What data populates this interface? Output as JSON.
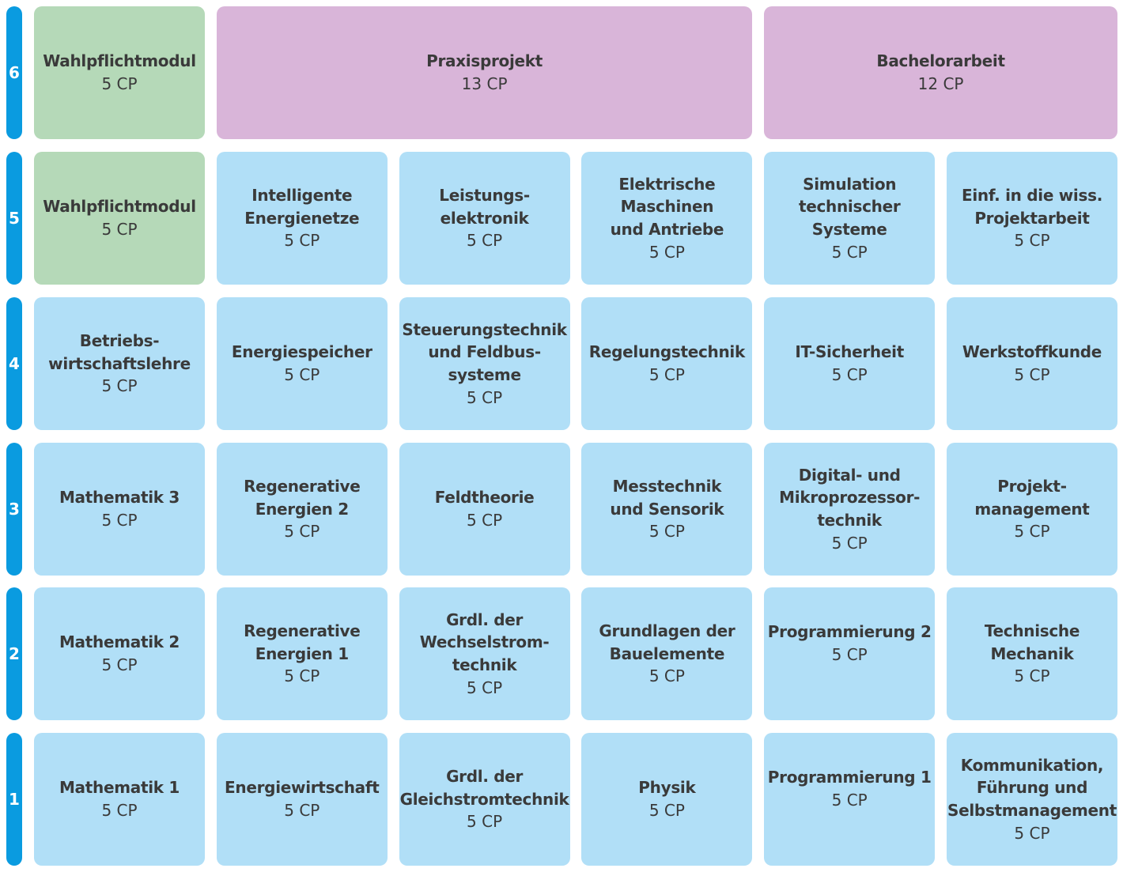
{
  "colors": {
    "semester_bar": "#0a9be0",
    "pflicht": "#b1dff7",
    "wahl": "#b5d9b8",
    "abschluss": "#d9b5d9"
  },
  "semesters": [
    {
      "number": "6",
      "modules": [
        {
          "lines": [
            "Wahlpflichtmodul"
          ],
          "cp": "5 CP",
          "type": "wahl",
          "span": 1
        },
        {
          "lines": [
            "Praxisprojekt"
          ],
          "cp": "13 CP",
          "type": "abschluss",
          "span": 3
        },
        {
          "lines": [
            "Bachelorarbeit"
          ],
          "cp": "12 CP",
          "type": "abschluss",
          "span": 2
        }
      ]
    },
    {
      "number": "5",
      "modules": [
        {
          "lines": [
            "Wahlpflichtmodul"
          ],
          "cp": "5 CP",
          "type": "wahl",
          "span": 1
        },
        {
          "lines": [
            "Intelligente",
            "Energienetze"
          ],
          "cp": "5 CP",
          "type": "pflicht",
          "span": 1
        },
        {
          "lines": [
            "Leistungs-",
            "elektronik"
          ],
          "cp": "5 CP",
          "type": "pflicht",
          "span": 1
        },
        {
          "lines": [
            "Elektrische",
            "Maschinen",
            "und Antriebe"
          ],
          "cp": "5 CP",
          "type": "pflicht",
          "span": 1
        },
        {
          "lines": [
            "Simulation",
            "technischer",
            "Systeme"
          ],
          "cp": "5 CP",
          "type": "pflicht",
          "span": 1
        },
        {
          "lines": [
            "Einf. in die wiss.",
            "Projektarbeit"
          ],
          "cp": "5 CP",
          "type": "pflicht",
          "span": 1
        }
      ]
    },
    {
      "number": "4",
      "modules": [
        {
          "lines": [
            "Betriebs-",
            "wirtschaftslehre"
          ],
          "cp": "5 CP",
          "type": "pflicht",
          "span": 1
        },
        {
          "lines": [
            "Energiespeicher"
          ],
          "cp": "5 CP",
          "type": "pflicht",
          "span": 1
        },
        {
          "lines": [
            "Steuerungstechnik",
            "und Feldbus-",
            "systeme"
          ],
          "cp": "5 CP",
          "type": "pflicht",
          "span": 1
        },
        {
          "lines": [
            "Regelungstechnik"
          ],
          "cp": "5 CP",
          "type": "pflicht",
          "span": 1
        },
        {
          "lines": [
            "IT-Sicherheit"
          ],
          "cp": "5 CP",
          "type": "pflicht",
          "span": 1
        },
        {
          "lines": [
            "Werkstoffkunde"
          ],
          "cp": "5 CP",
          "type": "pflicht",
          "span": 1
        }
      ]
    },
    {
      "number": "3",
      "modules": [
        {
          "lines": [
            "Mathematik 3"
          ],
          "cp": "5 CP",
          "type": "pflicht",
          "span": 1
        },
        {
          "lines": [
            "Regenerative",
            "Energien 2"
          ],
          "cp": "5 CP",
          "type": "pflicht",
          "span": 1
        },
        {
          "lines": [
            "Feldtheorie"
          ],
          "cp": "5 CP",
          "type": "pflicht",
          "span": 1
        },
        {
          "lines": [
            "Messtechnik",
            "und Sensorik"
          ],
          "cp": "5 CP",
          "type": "pflicht",
          "span": 1
        },
        {
          "lines": [
            "Digital- und",
            "Mikroprozessor-",
            "technik"
          ],
          "cp": "5 CP",
          "type": "pflicht",
          "span": 1
        },
        {
          "lines": [
            "Projekt-",
            "management"
          ],
          "cp": "5 CP",
          "type": "pflicht",
          "span": 1
        }
      ]
    },
    {
      "number": "2",
      "modules": [
        {
          "lines": [
            "Mathematik 2"
          ],
          "cp": "5 CP",
          "type": "pflicht",
          "span": 1
        },
        {
          "lines": [
            "Regenerative",
            "Energien 1"
          ],
          "cp": "5 CP",
          "type": "pflicht",
          "span": 1
        },
        {
          "lines": [
            "Grdl. der",
            "Wechselstrom-",
            "technik"
          ],
          "cp": "5 CP",
          "type": "pflicht",
          "span": 1
        },
        {
          "lines": [
            "Grundlagen der",
            "Bauelemente"
          ],
          "cp": "5 CP",
          "type": "pflicht",
          "span": 1
        },
        {
          "lines": [
            "Programmierung  2"
          ],
          "cp": "5 CP",
          "type": "pflicht",
          "span": 1,
          "offset": true
        },
        {
          "lines": [
            "Technische",
            "Mechanik"
          ],
          "cp": "5 CP",
          "type": "pflicht",
          "span": 1
        }
      ]
    },
    {
      "number": "1",
      "modules": [
        {
          "lines": [
            "Mathematik 1"
          ],
          "cp": "5 CP",
          "type": "pflicht",
          "span": 1
        },
        {
          "lines": [
            "Energiewirtschaft"
          ],
          "cp": "5 CP",
          "type": "pflicht",
          "span": 1
        },
        {
          "lines": [
            "Grdl. der",
            "Gleichstromtechnik"
          ],
          "cp": "5 CP",
          "type": "pflicht",
          "span": 1
        },
        {
          "lines": [
            "Physik"
          ],
          "cp": "5 CP",
          "type": "pflicht",
          "span": 1
        },
        {
          "lines": [
            "Programmierung  1"
          ],
          "cp": "5 CP",
          "type": "pflicht",
          "span": 1,
          "offset": true
        },
        {
          "lines": [
            "Kommunikation,",
            "Führung und",
            "Selbstmanagement"
          ],
          "cp": "5 CP",
          "type": "pflicht",
          "span": 1
        }
      ]
    }
  ]
}
